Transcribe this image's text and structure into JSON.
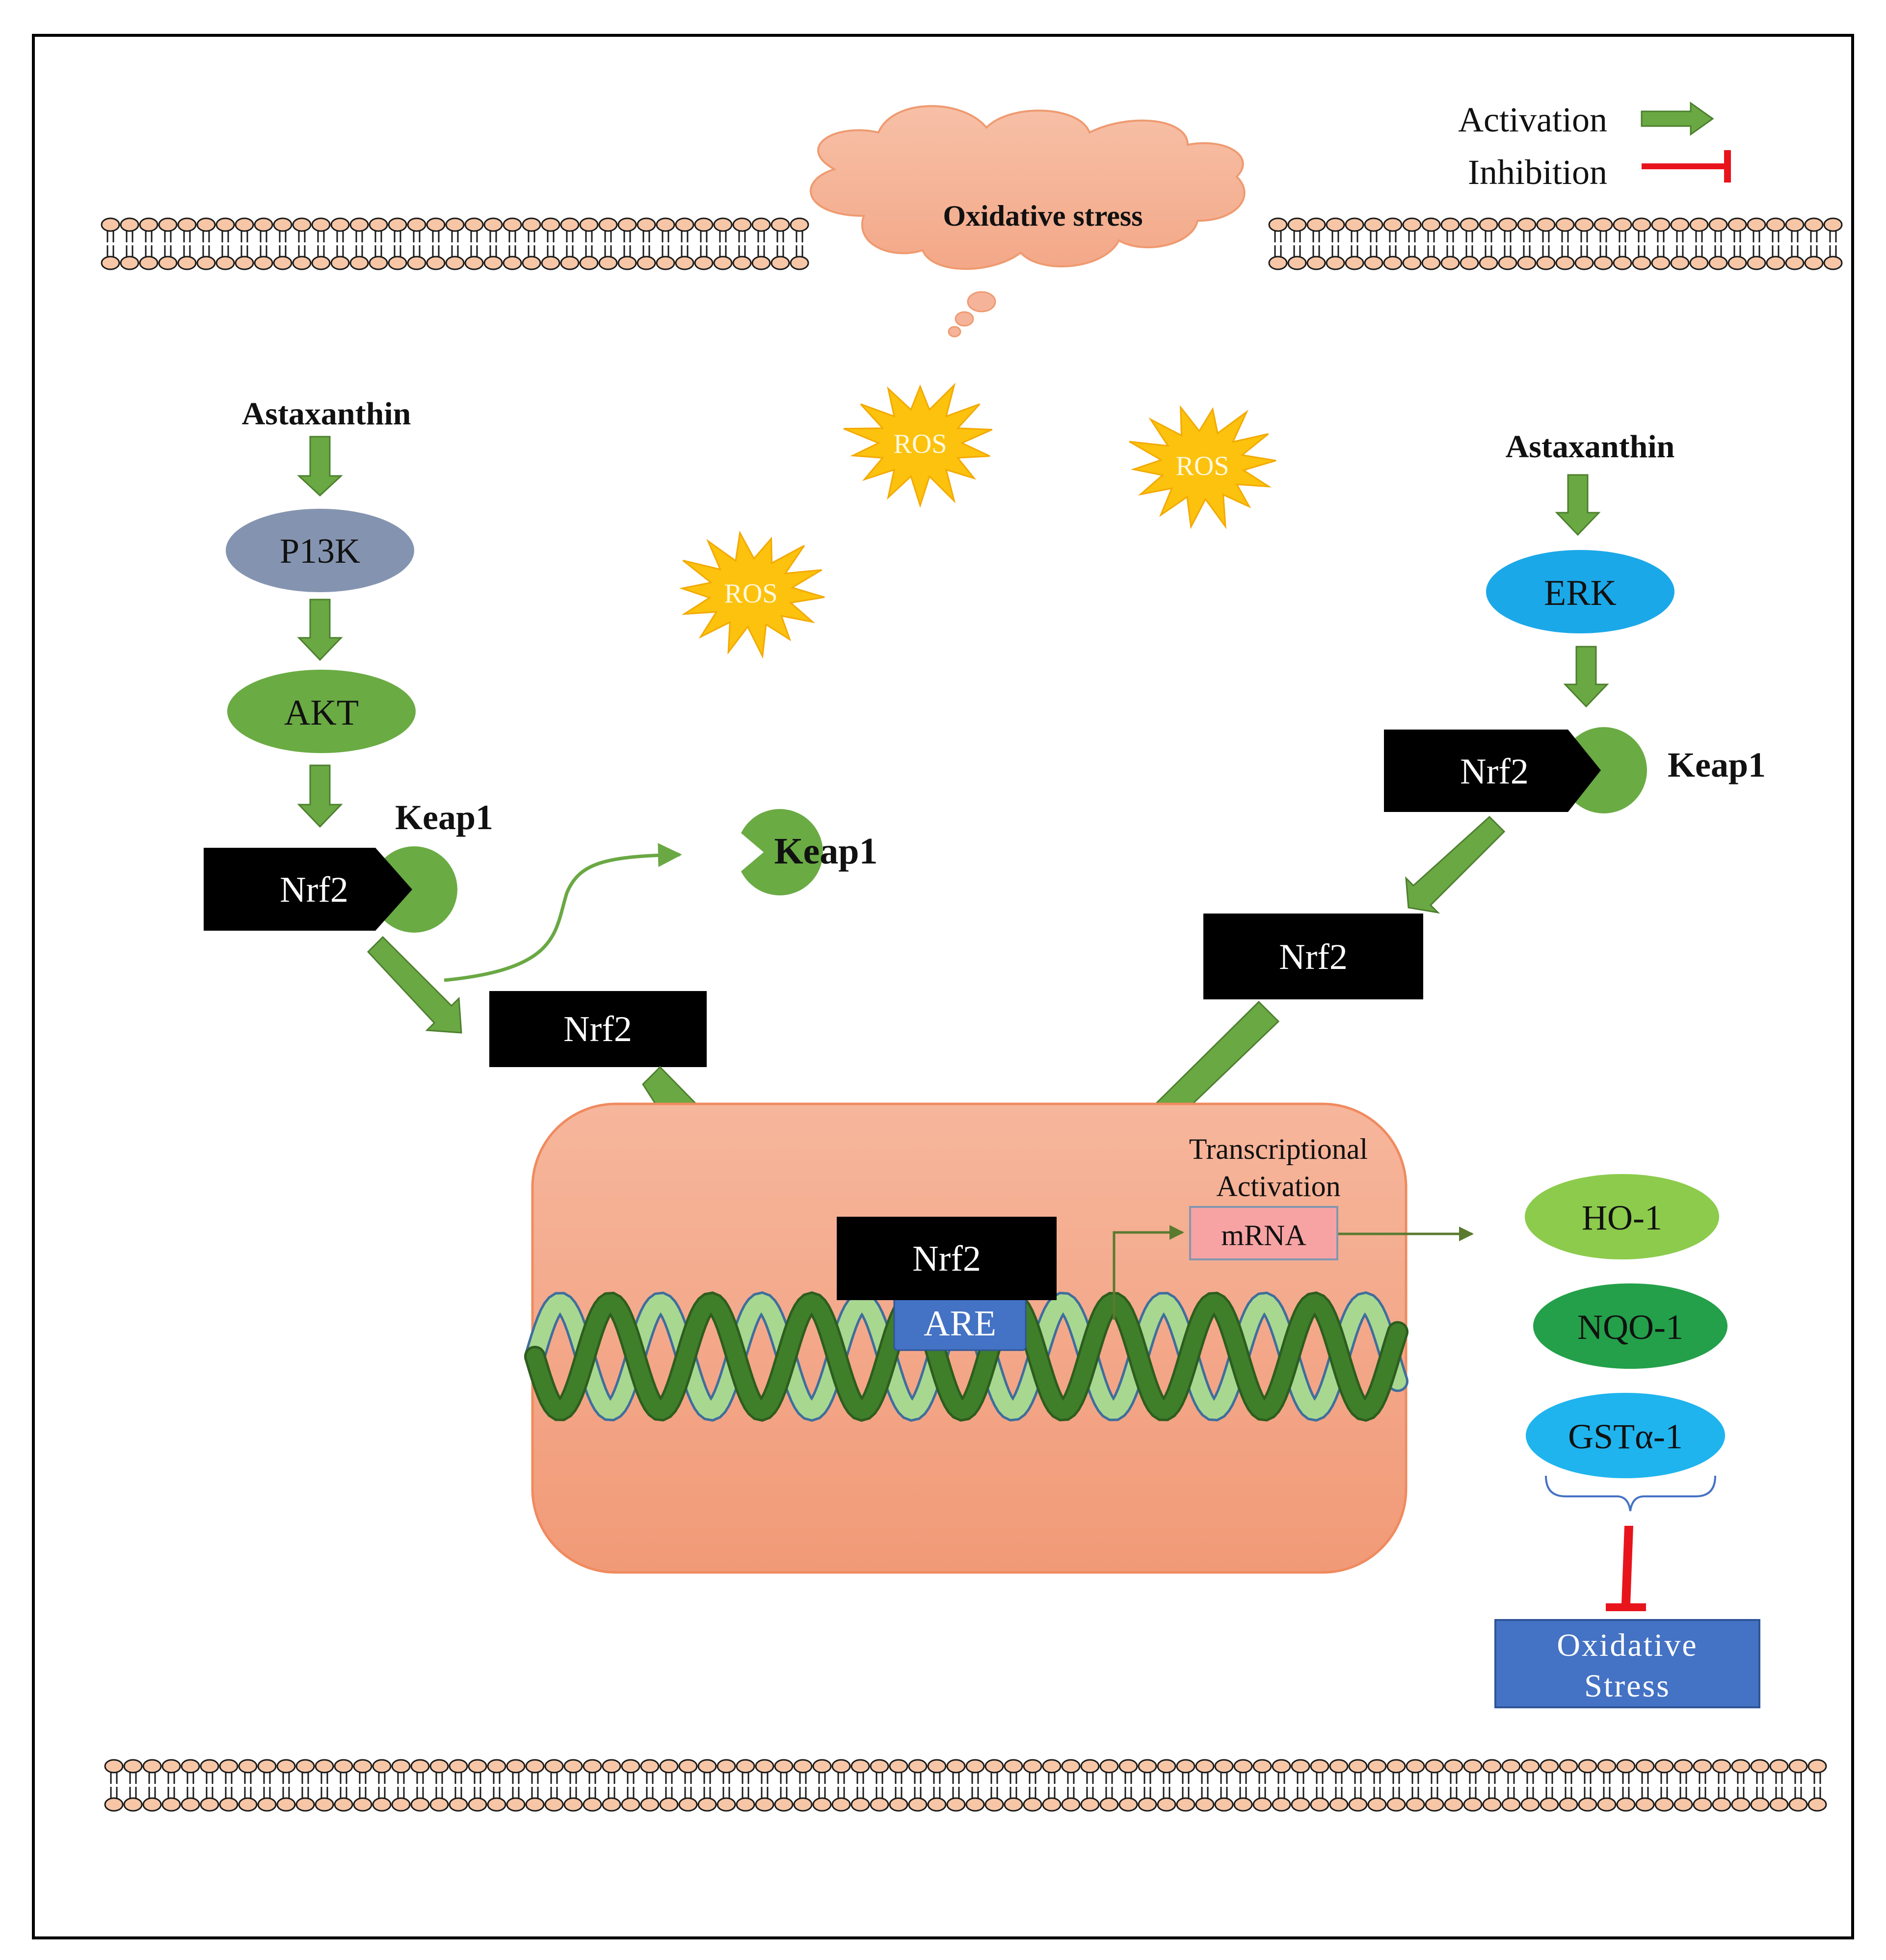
{
  "legend": {
    "activation_label": "Activation",
    "inhibition_label": "Inhibition"
  },
  "stress_cloud": {
    "label": "Oxidative stress"
  },
  "ros": [
    "ROS",
    "ROS",
    "ROS"
  ],
  "left_pathway": {
    "stimulus": "Astaxanthin",
    "kinase_1": "P13K",
    "kinase_2": "AKT",
    "complex_keap1": "Keap1",
    "complex_nrf2": "Nrf2",
    "released_keap1": "Keap1",
    "free_nrf2": "Nrf2"
  },
  "right_pathway": {
    "stimulus": "Astaxanthin",
    "kinase": "ERK",
    "complex_nrf2": "Nrf2",
    "complex_keap1": "Keap1",
    "free_nrf2": "Nrf2"
  },
  "nucleus": {
    "nrf2": "Nrf2",
    "are": "ARE",
    "transcription_line1": "Transcriptional",
    "transcription_line2": "Activation",
    "mrna": "mRNA"
  },
  "enzymes": [
    "HO-1",
    "NQO-1",
    "GSTα-1"
  ],
  "outcome": {
    "line1": "Oxidative",
    "line2": "Stress"
  },
  "colors": {
    "activation_arrow": "#6aa844",
    "inhibition": "#e8141c",
    "membrane_head": "#f6c6a6",
    "cloud": "#f5b49a",
    "ros": "#fcc20d",
    "nucleus": "#f3a98a",
    "p13k": "#8494b0",
    "akt": "#6aab44",
    "erk": "#1ba8e8",
    "ho1": "#8ccb4c",
    "nqo1": "#23a049",
    "gst": "#1fb4ee",
    "outcome_box": "#4472c4"
  }
}
